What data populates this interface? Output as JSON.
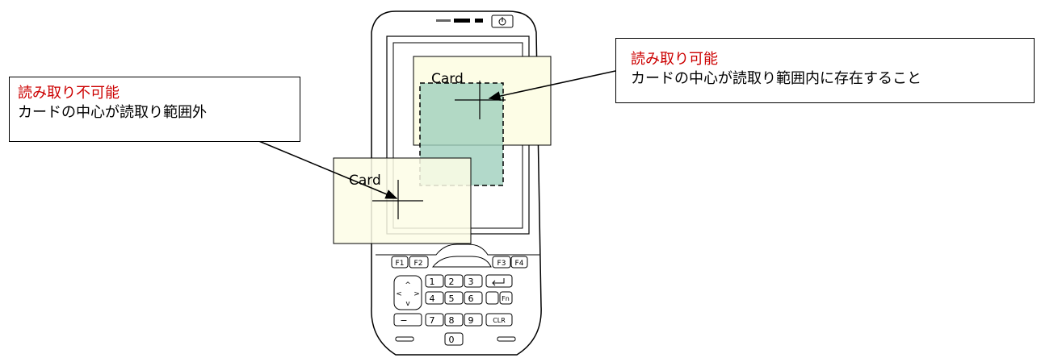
{
  "device": {
    "keys": {
      "f1": "F1",
      "f2": "F2",
      "f3": "F3",
      "f4": "F4",
      "k1": "1",
      "k2": "2",
      "k3": "3",
      "k4": "4",
      "k5": "5",
      "k6": "6",
      "k7": "7",
      "k8": "8",
      "k9": "9",
      "k0": "0",
      "clr": "CLR",
      "fn": "Fn",
      "minus": "−"
    }
  },
  "cards": {
    "ok_label": "Card",
    "ng_label": "Card"
  },
  "callouts": {
    "ok": {
      "title": "読み取り可能",
      "desc": "カードの中心が読取り範囲内に存在すること"
    },
    "ng": {
      "title": "読み取り不可能",
      "desc": "カードの中心が読取り範囲外"
    }
  },
  "colors": {
    "card_fill": "#fdfde6",
    "read_area": "#9fcfbd",
    "title_red": "#cc0000"
  }
}
